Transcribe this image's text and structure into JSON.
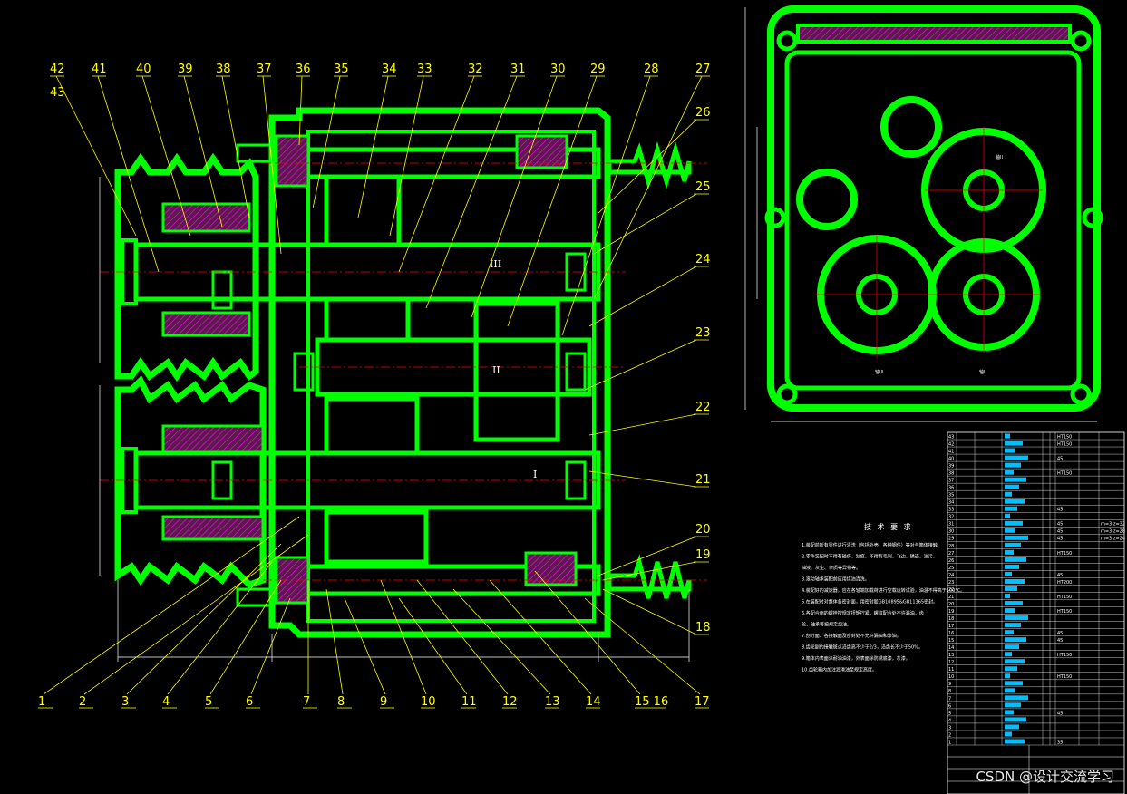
{
  "callouts_top": [
    "42",
    "43",
    "41",
    "40",
    "39",
    "38",
    "37",
    "36",
    "35",
    "34",
    "33",
    "32",
    "31",
    "30",
    "29",
    "28",
    "27"
  ],
  "callouts_right": [
    "26",
    "25",
    "24",
    "23",
    "22",
    "21",
    "20",
    "19",
    "18"
  ],
  "callouts_bottom": [
    "1",
    "2",
    "3",
    "4",
    "5",
    "6",
    "7",
    "8",
    "9",
    "10",
    "11",
    "12",
    "13",
    "14",
    "15 16",
    "17"
  ],
  "shaft_labels": {
    "shaft3": "III",
    "shaft2": "II",
    "shaft1": "I"
  },
  "side_view_labels": {
    "top": "轴II",
    "left": "轴III",
    "right": "轴I"
  },
  "requirements": {
    "title": "技 术 要 求",
    "items": [
      "1.装配前所有零件进行清洗（包括外壳、各种钢件）等对与箱体接触",
      "2.零件装配时不得有碰伤、划痕，不得有毛刺、飞边、锈迹、油污，",
      "   油液、灰尘、杂质等异物等。",
      "3.滚动轴承装配前应用煤油清洗。",
      "4.装配好的减速器，应在各轴端加载荷进行空载运转试验，油温不得高于100°C。",
      "5.在装配时对整体各密封面，用密封胶GB10895&GB11365密封。",
      "6.各配合面的螺栓按规定扭矩拧紧，螺纹配合处不许漏油，齿",
      "   轮、轴承等按规定加油。",
      "7.剖分面、各接触面及密封处不允许漏油和渗油。",
      "8.齿轮副的接触斑点沿齿高不少于2/3，沿齿长不少于50%。",
      "9.箱体内表面涂耐油油漆，外表面涂防锈底漆，灰漆。",
      "10.齿轮箱内加注润滑油至规定高度。"
    ]
  },
  "bom_materials": [
    "HT150",
    "HT150",
    "",
    "45",
    "",
    "HT150",
    "",
    "",
    "",
    "",
    "45",
    "",
    "45",
    "45",
    "45",
    "",
    "HT150",
    "",
    "",
    "45",
    "HT200",
    "",
    "HT150",
    "",
    "HT150",
    "",
    "",
    "45",
    "45",
    "",
    "HT150",
    "",
    "",
    "HT150",
    "",
    "",
    "",
    "",
    "45",
    "",
    "",
    "",
    "35"
  ],
  "bom_notes": [
    "",
    "",
    "",
    "",
    "",
    "",
    "",
    "",
    "",
    "",
    "",
    "",
    "m=3 z=32",
    "m=3 z=28",
    "m=3 z=24",
    "",
    "",
    "",
    "",
    "",
    "",
    "",
    "",
    "",
    "",
    "",
    "",
    "",
    "",
    "",
    "",
    "",
    "",
    "",
    "",
    "",
    "",
    "",
    "",
    "",
    "",
    "",
    ""
  ],
  "watermark": "CSDN @设计交流学习",
  "colors": {
    "background": "#000000",
    "outline": "#00ff00",
    "leader": "#ffff00",
    "hatch": "#ff00ff",
    "dimension": "#ffffff",
    "centerline": "#ff0000",
    "annotation": "#00ffff"
  }
}
